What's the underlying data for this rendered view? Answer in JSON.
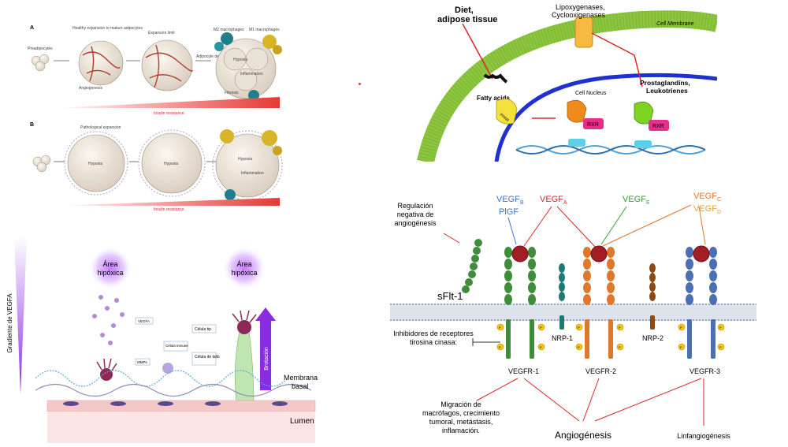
{
  "fat_panel": {
    "a_label": "A",
    "b_label": "B",
    "preadipocytes": "Preadipocytes",
    "healthy_expansion": "Healthy expansion to mature adipocytes",
    "expansion_limit": "Expansion limit",
    "m2": "M2 macrophages",
    "m1": "M1 macrophages",
    "angiogenesis": "Angiogenesis",
    "adipocyte_death": "Adipocyte death",
    "hypoxia": "Hypoxia",
    "inflammation": "Inflammation",
    "fibrosis": "Fibrosis",
    "insulin_resistance": "Insulin resistance",
    "pathological_expansion": "Pathological expansion"
  },
  "ppar_panel": {
    "diet": "Diet,",
    "adipose": "adipose tissue",
    "lipoxy": "Lipoxygenases,",
    "cyclo": "Cyclooxigenases",
    "membrane": "Cell Membrane",
    "nucleus": "Cell Nucleus",
    "fatty_acids": "Fatty acids",
    "prostaglandins": "Prostaglandins,",
    "leukotrienes": "Leukotrienes",
    "ppar": "PPAR",
    "rxr": "RXR"
  },
  "vegf_gradient_panel": {
    "gradient": "Gradiente de VEGFA",
    "area1_line1": "Área",
    "area1_line2": "hipóxica",
    "area2_line1": "Área",
    "area2_line2": "hipóxica",
    "vegfa_tag": "VEGFA",
    "mmps_tag": "MMPs",
    "immune_cell": "Célula inmune",
    "tip_cell": "Célula tip",
    "stalk_cell": "Célula de tallo",
    "sprouting": "Brotación",
    "membrane_line1": "Membrana",
    "membrane_line2": "basal",
    "lumen": "Lumen"
  },
  "receptor_panel": {
    "regulation": [
      "Regulación",
      "negativa de",
      "angiogénesis"
    ],
    "vegf_b": "VEGF",
    "vegf_b_sub": "B",
    "plgf": "PlGF",
    "vegf_a": "VEGF",
    "vegf_a_sub": "A",
    "vegf_e": "VEGF",
    "vegf_e_sub": "E",
    "vegf_c": "VEGF",
    "vegf_c_sub": "C",
    "vegf_d": "VEGF",
    "vegf_d_sub": "D",
    "sflt1": "sFlt-1",
    "nrp1": "NRP-1",
    "nrp2": "NRP-2",
    "inhibitors": [
      "Inhibidores de receptores",
      "tirosina cinasa:"
    ],
    "vegfr1": "VEGFR-1",
    "vegfr2": "VEGFR-2",
    "vegfr3": "VEGFR-3",
    "p": "P",
    "migration": [
      "Migración de",
      "macrófagos, crecimiento",
      "tumoral, metástasis,",
      "inflamación."
    ],
    "angiogenesis": "Angiogénesis",
    "lymphangiogenesis": "Linfangiogénesis"
  },
  "colors": {
    "red": "#d9262b",
    "vegfr1": "#3f8c3a",
    "vegfr2": "#e0782c",
    "vegfr3": "#4a6fb5",
    "purple": "#8b2be2",
    "membrane_green": "#8cc63f",
    "nucleus_blue": "#1f2fd1"
  }
}
